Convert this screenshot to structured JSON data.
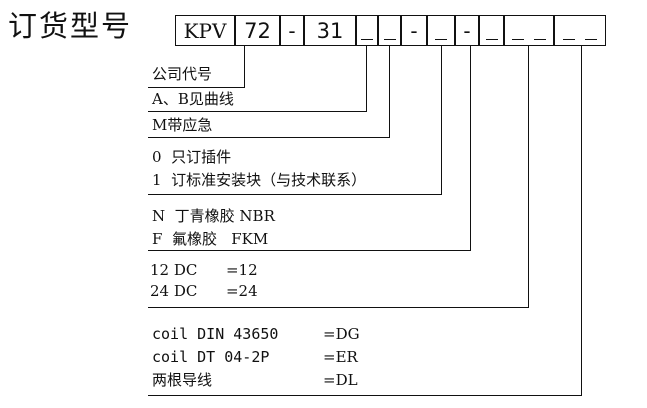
{
  "title": "订货型号",
  "code_boxes": [
    "KPV",
    "72",
    "-",
    "31",
    "",
    "",
    "-",
    "",
    "-",
    "",
    "",
    ""
  ],
  "options": {
    "company_code": "公司代号",
    "curve": "A、B见曲线",
    "emergency": "M带应急",
    "plug_0": "0  只订插件",
    "plug_1": "1  订标准安装块（与技术联系）",
    "seal_n": "N  丁青橡胶 NBR",
    "seal_f": "F  氟橡胶   FKM",
    "volt_12": "12 DC      =12",
    "volt_24": "24 DC      =24",
    "coil_din": "coil DIN 43650",
    "coil_din_code": "=DG",
    "coil_dt": "coil DT 04-2P",
    "coil_dt_code": "=ER",
    "coil_wire": "两根导线",
    "coil_wire_code": "=DL"
  }
}
